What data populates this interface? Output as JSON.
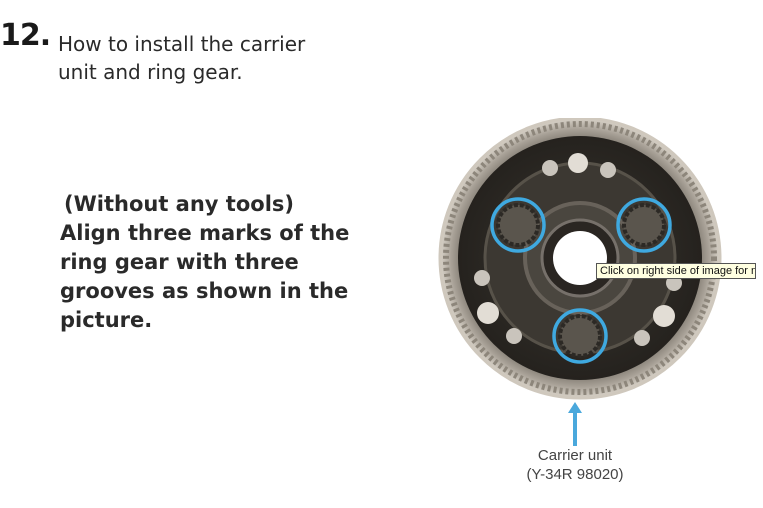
{
  "step": {
    "number": "12.",
    "title_line1": "How to install the carrier",
    "title_line2": "unit and ring gear."
  },
  "instructions": {
    "paren": "(Without any tools)",
    "line1": "Align three marks of the",
    "line2": "ring gear with three",
    "line3": "grooves as shown in the",
    "line4": "picture."
  },
  "tooltip": {
    "text": "Click on right side of image for next"
  },
  "caption": {
    "line1": "Carrier unit",
    "line2": "(Y-34R 98020)"
  },
  "colors": {
    "highlight": "#3fa9e0",
    "arrow": "#4aa8dc"
  }
}
